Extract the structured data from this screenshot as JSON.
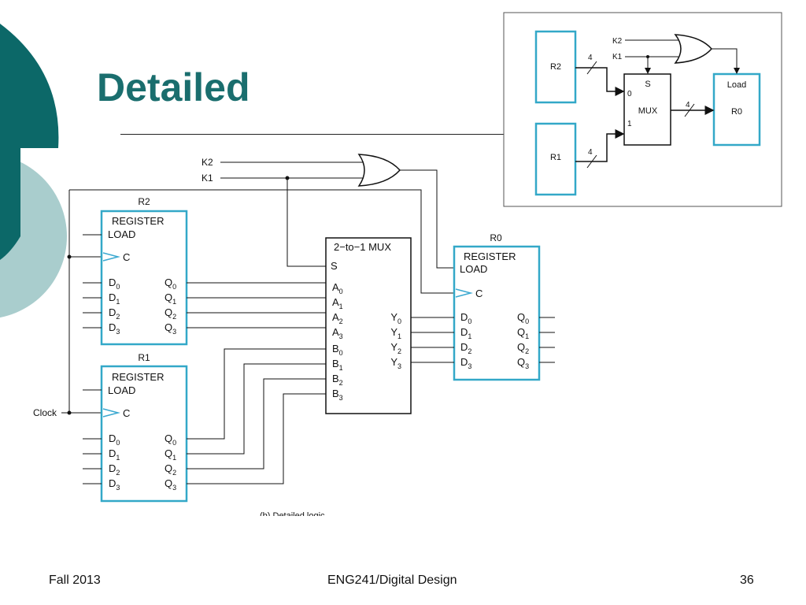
{
  "slide": {
    "title": "Detailed",
    "footer_left": "Fall 2013",
    "footer_center": "ENG241/Digital Design",
    "page_number": "36",
    "caption_partial": "(b) Detailed logic"
  },
  "colors": {
    "title": "#1a6e6e",
    "deco_dark": "#0c6868",
    "deco_light": "#a9cdcd",
    "box_border": "#33a8c8",
    "wire": "#111111",
    "clock_triangle": "#3aa8d0"
  },
  "block_diagram": {
    "reg_a": "R2",
    "reg_b": "R1",
    "mux": "MUX",
    "select": "S",
    "input_0": "0",
    "input_1": "1",
    "load": "Load",
    "dest": "R0",
    "ctrl_a": "K2",
    "ctrl_b": "K1",
    "bus_width": "4"
  },
  "detail": {
    "ctrl_k2": "K2",
    "ctrl_k1": "K1",
    "clock": "Clock",
    "register_label": "REGISTER",
    "load_label": "LOAD",
    "clock_pin": "C",
    "r2_name": "R2",
    "r1_name": "R1",
    "r0_name": "R0",
    "mux_title": "2−to−1 MUX",
    "mux_select": "S",
    "d_pins": [
      "D",
      "D",
      "D",
      "D"
    ],
    "q_pins": [
      "Q",
      "Q",
      "Q",
      "Q"
    ],
    "a_pins": [
      "A",
      "A",
      "A",
      "A"
    ],
    "b_pins": [
      "B",
      "B",
      "B",
      "B"
    ],
    "y_pins": [
      "Y",
      "Y",
      "Y",
      "Y"
    ],
    "subscripts": [
      "0",
      "1",
      "2",
      "3"
    ]
  }
}
